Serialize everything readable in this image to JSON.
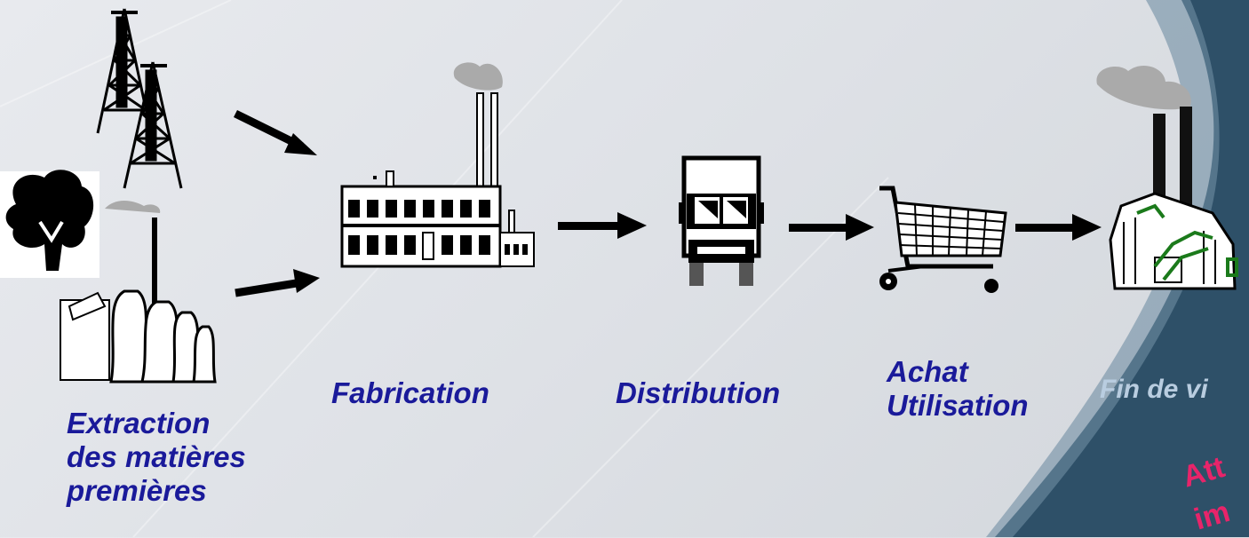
{
  "stages": [
    {
      "id": "extraction",
      "lines": [
        "Extraction",
        "des matières",
        "premières"
      ]
    },
    {
      "id": "fabrication",
      "lines": [
        "Fabrication"
      ]
    },
    {
      "id": "distribution",
      "lines": [
        "Distribution"
      ]
    },
    {
      "id": "achat",
      "lines": [
        "Achat",
        "Utilisation"
      ]
    },
    {
      "id": "fin",
      "lines": [
        "Fin de vi"
      ]
    }
  ],
  "cutoff_text": {
    "line1": "Att",
    "line2": "im"
  },
  "icons": [
    "oil-derrick-icon",
    "tree-icon",
    "power-plant-icon",
    "factory-icon",
    "truck-icon",
    "shopping-cart-icon",
    "incinerator-icon"
  ],
  "colors": {
    "label": "#1a1a9a",
    "accent": "#e8246a",
    "dark_swoosh": "#2e5068"
  }
}
